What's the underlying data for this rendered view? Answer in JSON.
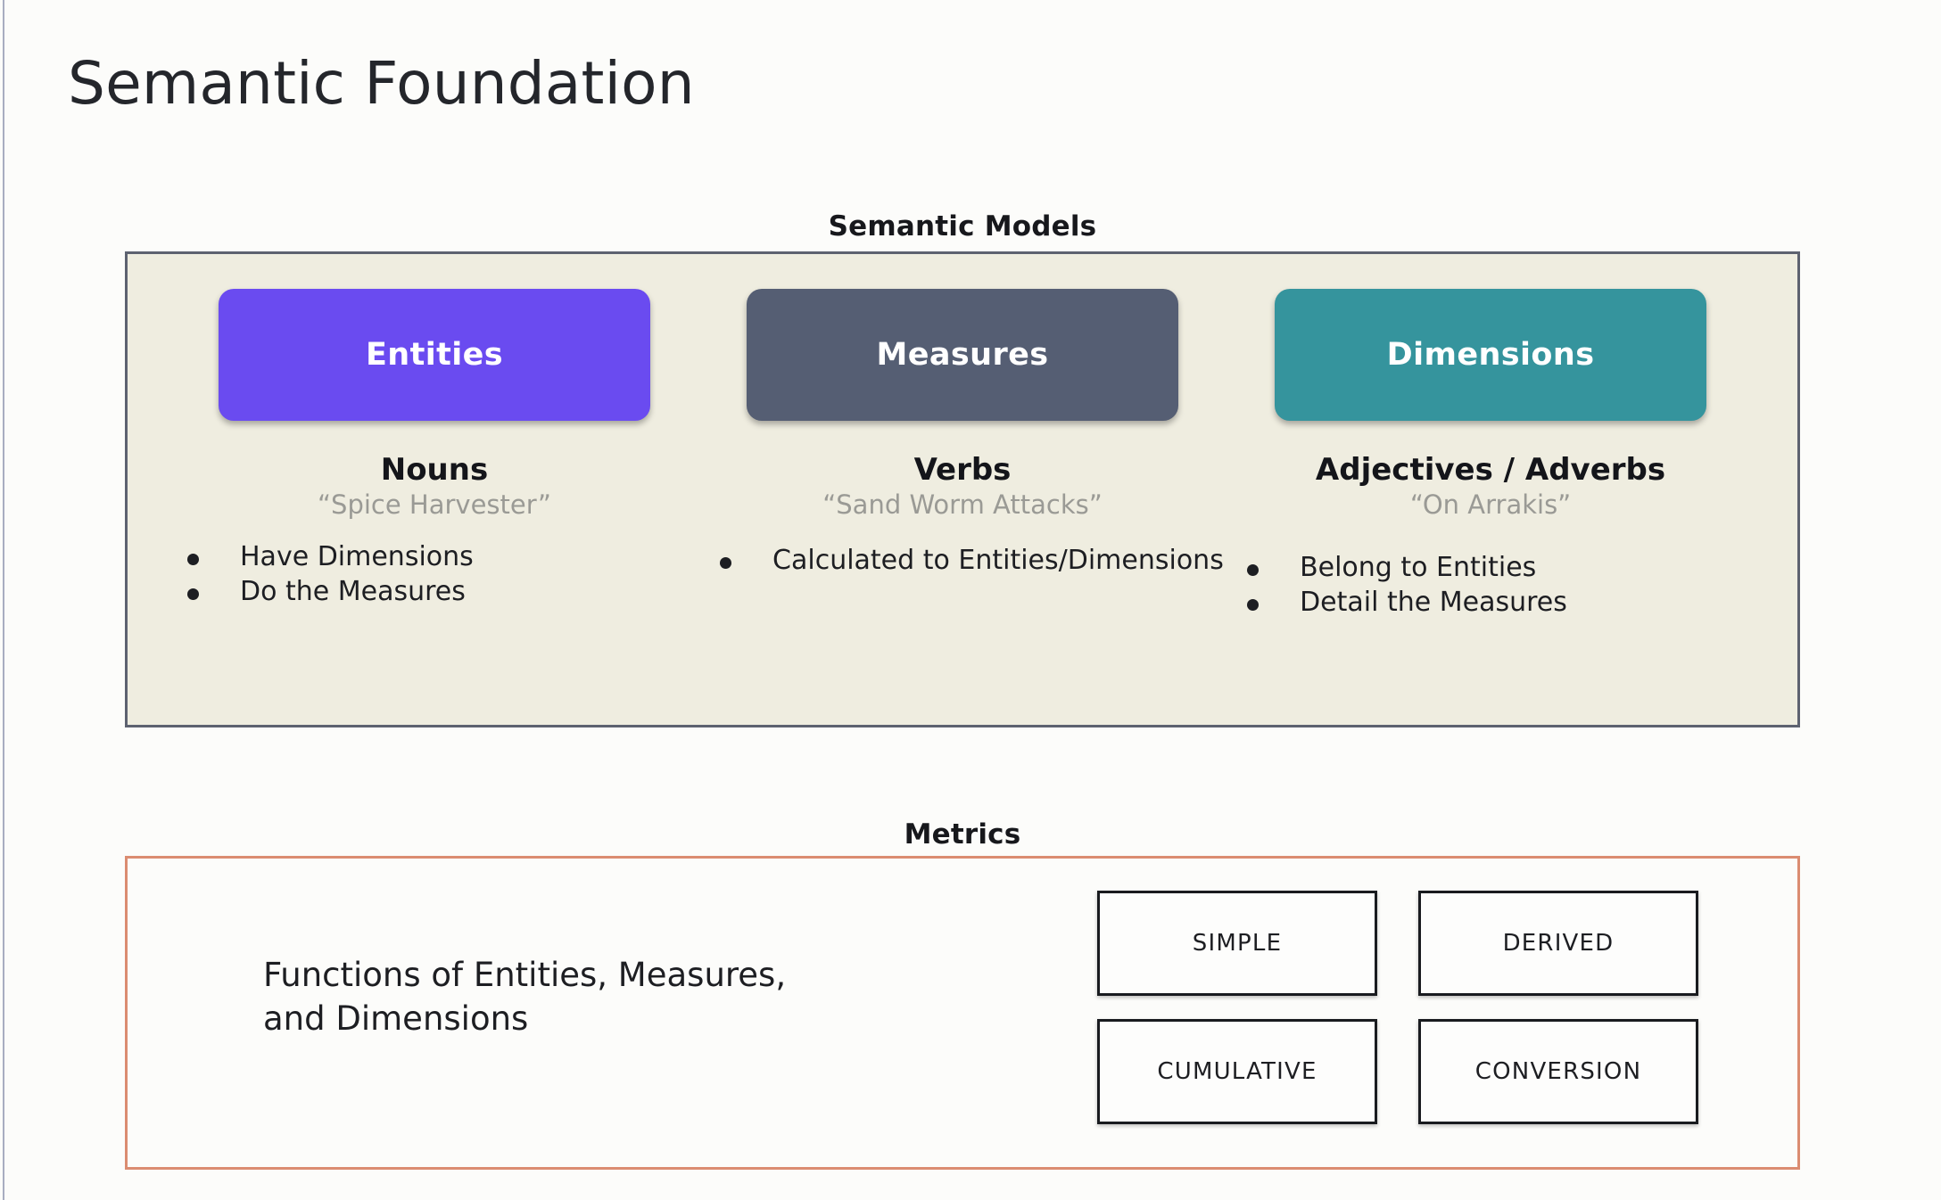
{
  "slide": {
    "title": "Semantic Foundation",
    "background_color": "#FCFCFA"
  },
  "semantic_models": {
    "heading": "Semantic Models",
    "panel_background": "#EFEDE0",
    "panel_border_color": "#5D6270",
    "columns": [
      {
        "chip_label": "Entities",
        "chip_color": "#6A4BF0",
        "part_of_speech": "Nouns",
        "example": "“Spice Harvester”",
        "bullets": [
          "Have Dimensions",
          "Do the Measures"
        ]
      },
      {
        "chip_label": "Measures",
        "chip_color": "#555E73",
        "part_of_speech": "Verbs",
        "example": "“Sand Worm Attacks”",
        "bullets": [
          "Calculated to Entities/Dimensions"
        ]
      },
      {
        "chip_label": "Dimensions",
        "chip_color": "#35949D",
        "part_of_speech": "Adjectives / Adverbs",
        "example": "“On Arrakis”",
        "bullets": [
          "Belong to Entities",
          "Detail the Measures"
        ]
      }
    ]
  },
  "metrics": {
    "heading": "Metrics",
    "panel_border_color": "#DB8C71",
    "description": "Functions of Entities, Measures,\nand Dimensions",
    "types": [
      "SIMPLE",
      "DERIVED",
      "CUMULATIVE",
      "CONVERSION"
    ]
  }
}
